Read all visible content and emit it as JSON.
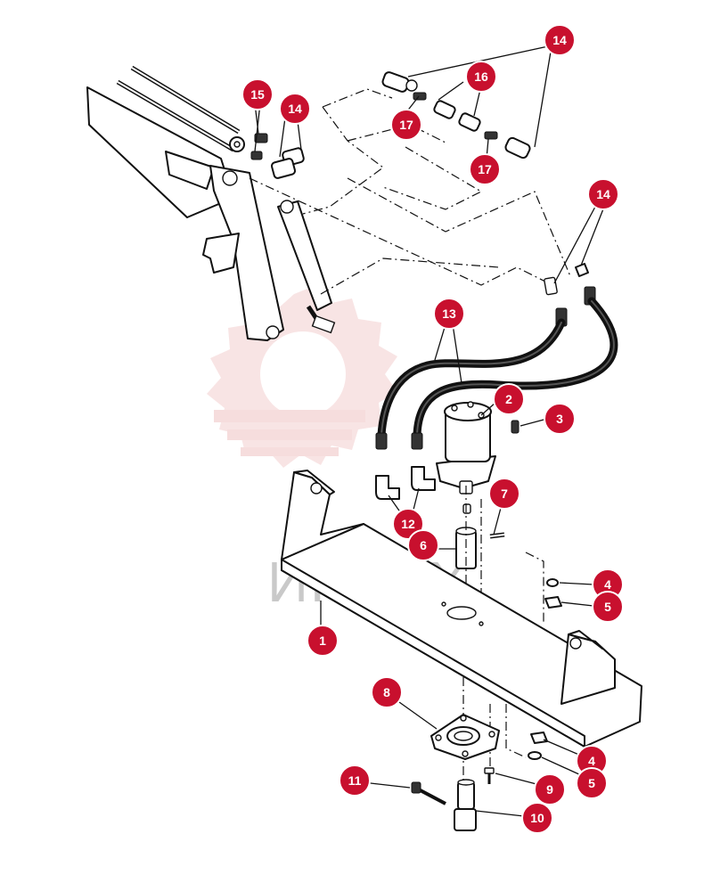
{
  "watermark": {
    "text": "ИНТЕХ",
    "color": "#e8a0a0"
  },
  "accent_color": "#c8102e",
  "callouts": [
    {
      "id": "c14a",
      "label": "14"
    },
    {
      "id": "c16",
      "label": "16"
    },
    {
      "id": "c17a",
      "label": "17"
    },
    {
      "id": "c17b",
      "label": "17"
    },
    {
      "id": "c15",
      "label": "15"
    },
    {
      "id": "c14b",
      "label": "14"
    },
    {
      "id": "c14c",
      "label": "14"
    },
    {
      "id": "c13",
      "label": "13"
    },
    {
      "id": "c2",
      "label": "2"
    },
    {
      "id": "c3",
      "label": "3"
    },
    {
      "id": "c7",
      "label": "7"
    },
    {
      "id": "c12",
      "label": "12"
    },
    {
      "id": "c6",
      "label": "6"
    },
    {
      "id": "c4a",
      "label": "4"
    },
    {
      "id": "c5a",
      "label": "5"
    },
    {
      "id": "c1",
      "label": "1"
    },
    {
      "id": "c8",
      "label": "8"
    },
    {
      "id": "c4b",
      "label": "4"
    },
    {
      "id": "c5b",
      "label": "5"
    },
    {
      "id": "c11",
      "label": "11"
    },
    {
      "id": "c9",
      "label": "9"
    },
    {
      "id": "c10",
      "label": "10"
    }
  ]
}
